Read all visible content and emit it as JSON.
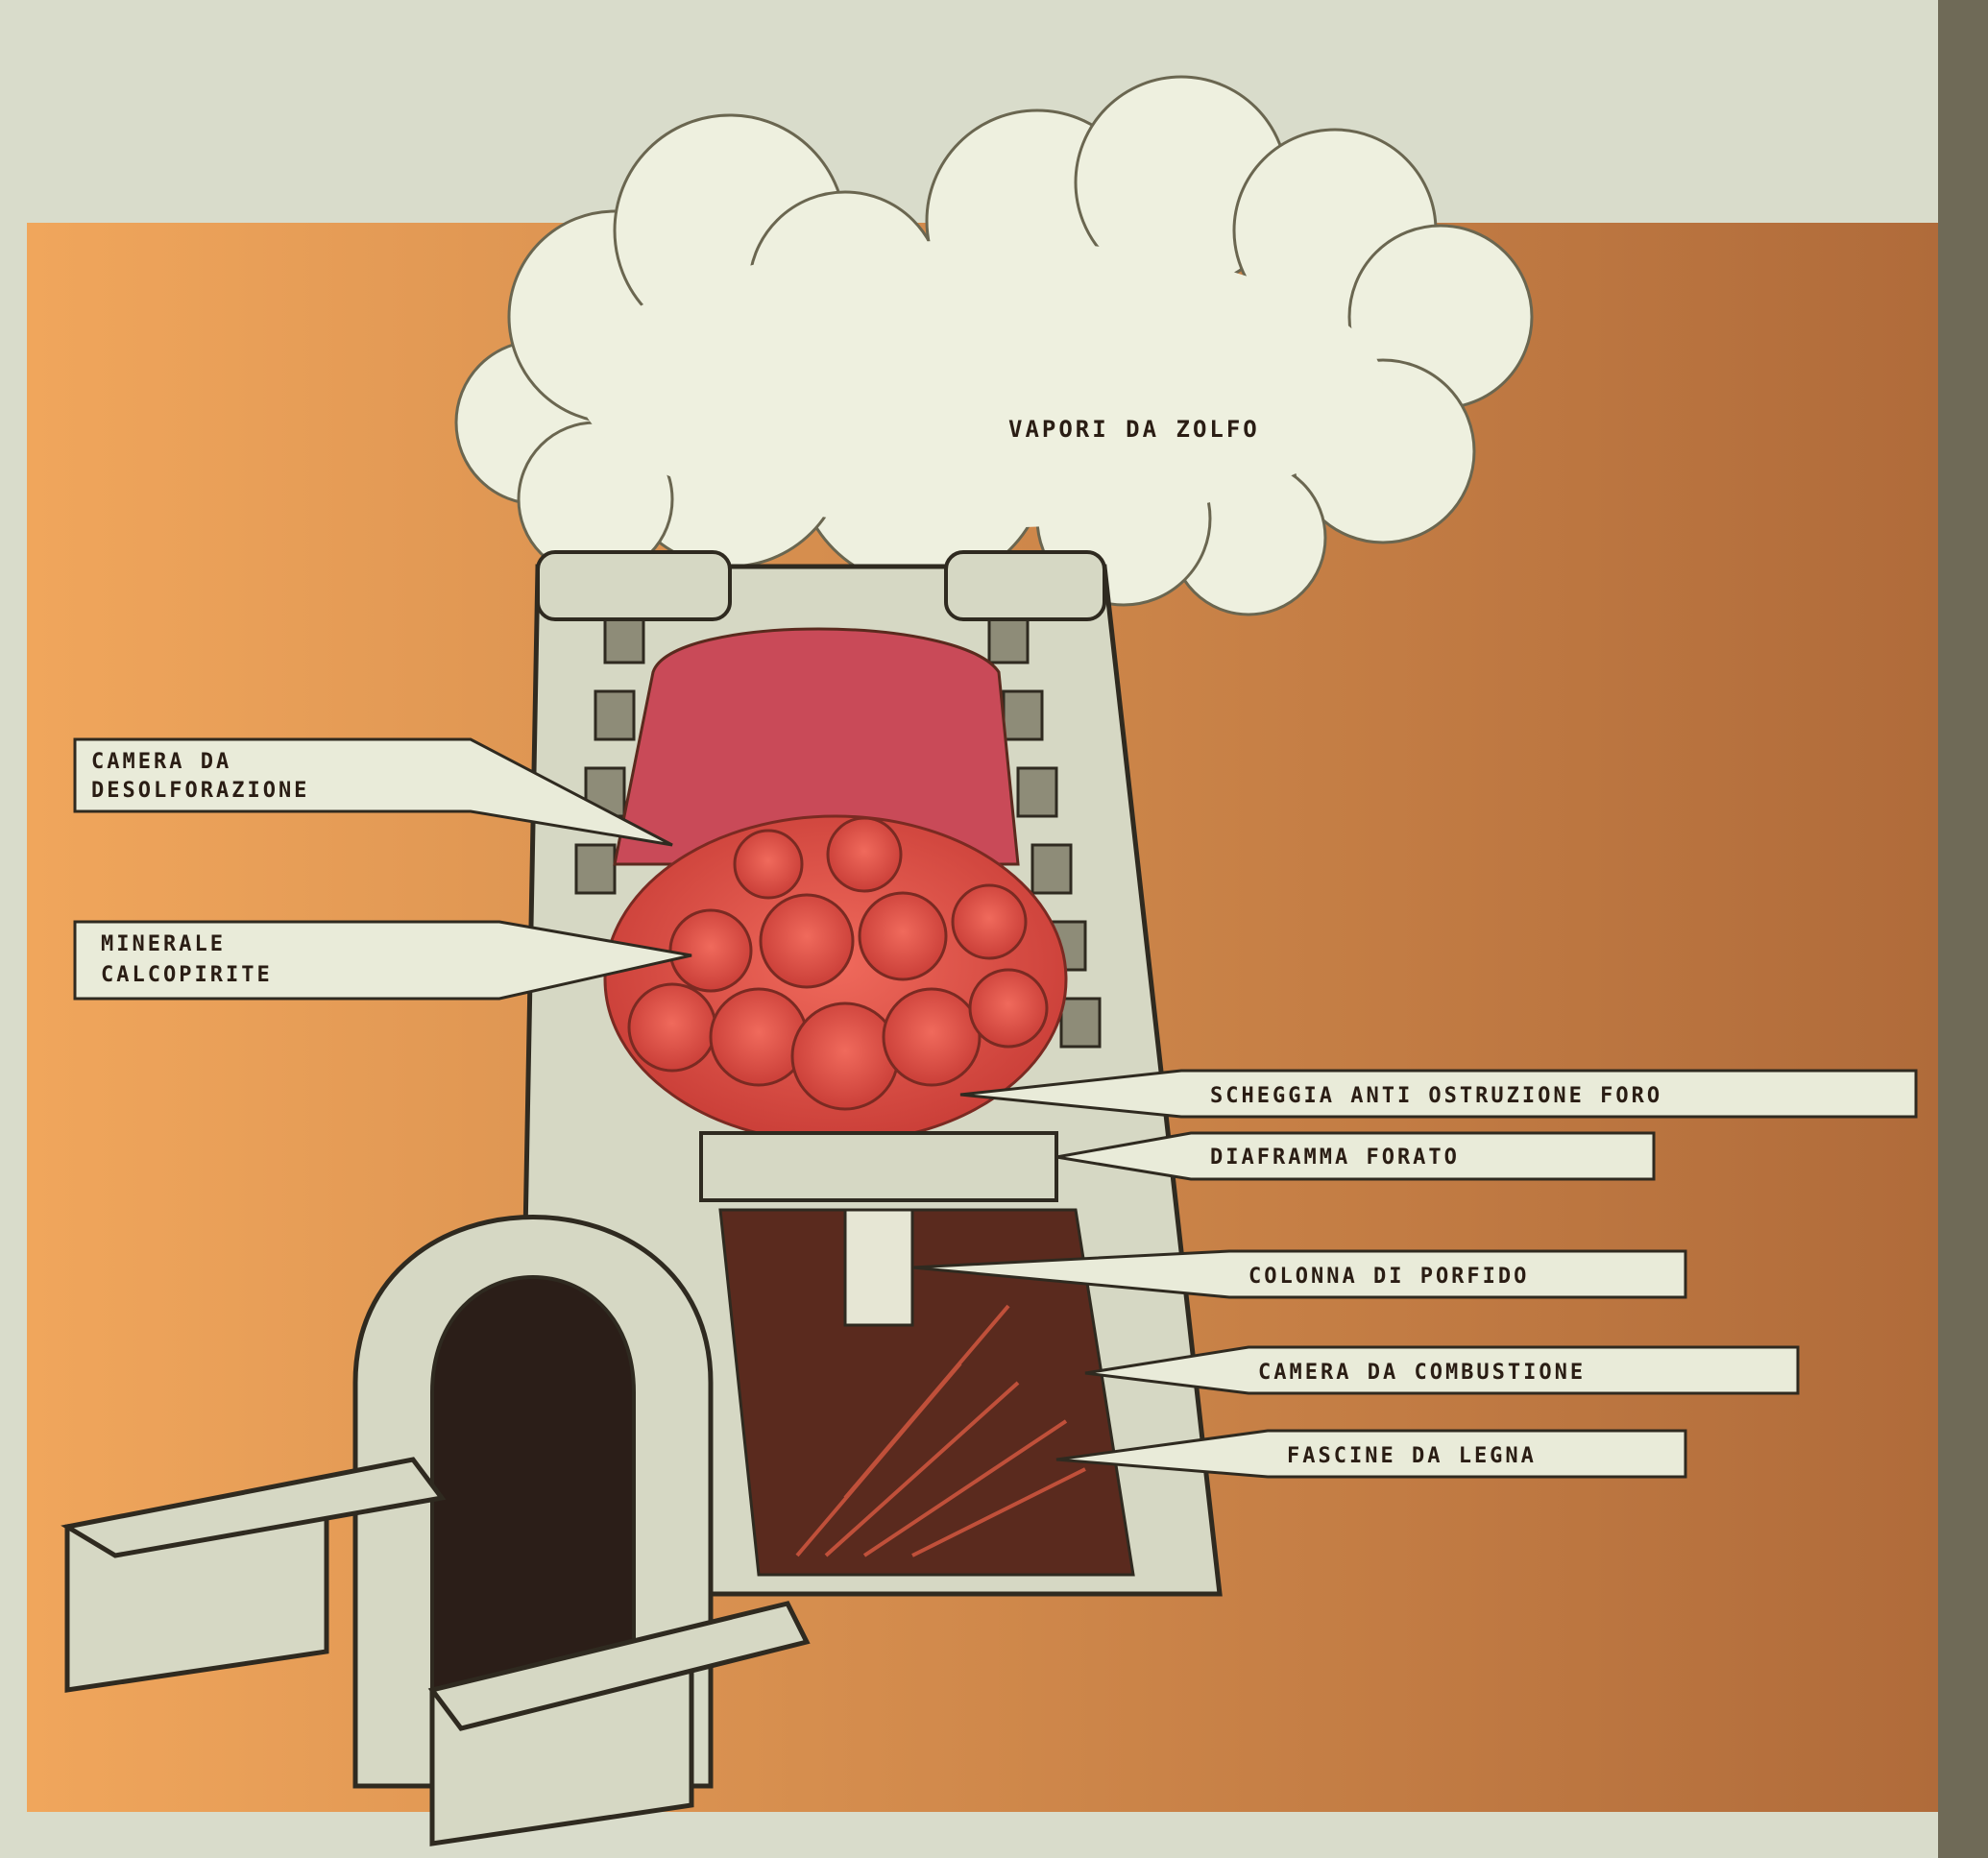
{
  "diagram": {
    "colors": {
      "frame": "#d9dccb",
      "background_light": "#f0a65c",
      "background_dark": "#b06b3a",
      "smoke": "#eef0df",
      "stone": "#d6d8c4",
      "ore": "#e2554a",
      "fire": "#5a2a1e",
      "label_fill": "#e9ebd9",
      "ink": "#2a1d14"
    },
    "labels": {
      "smoke": "VAPORI DA ZOLFO",
      "desulfur_line1": "CAMERA DA",
      "desulfur_line2": "DESOLFORAZIONE",
      "ore_line1": "MINERALE",
      "ore_line2": "CALCOPIRITE",
      "splinter": "SCHEGGIA ANTI OSTRUZIONE FORO",
      "diaphragm": "DIAFRAMMA FORATO",
      "column": "COLONNA DI PORFIDO",
      "combustion": "CAMERA DA COMBUSTIONE",
      "fascines": "FASCINE DA LEGNA"
    }
  }
}
